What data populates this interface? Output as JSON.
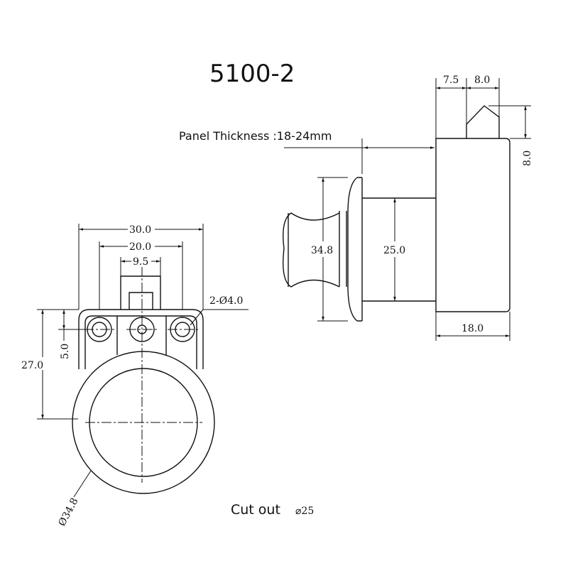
{
  "title": "5100-2",
  "panel_thickness": "Panel Thickness :18-24mm",
  "cutout": {
    "label": "Cut out",
    "value": "⌀25"
  },
  "front_view": {
    "width_total": "30.0",
    "hole_spacing": "20.0",
    "center_width": "9.5",
    "holes": "2-Ø4.0",
    "height": "27.0",
    "hole_offset": "5.0",
    "diameter": "Ø34.8"
  },
  "side_view": {
    "bolt_offset": "7.5",
    "bolt_width": "8.0",
    "bolt_height": "8.0",
    "flange_diameter": "34.8",
    "body_diameter": "25.0",
    "body_depth": "18.0"
  }
}
